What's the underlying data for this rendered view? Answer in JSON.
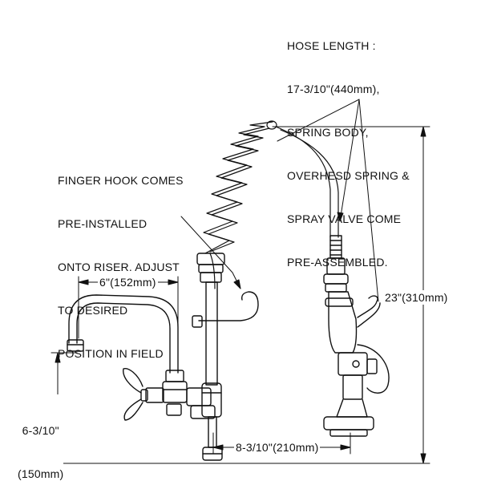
{
  "callouts": {
    "hose_note": {
      "lines": [
        "HOSE LENGTH :",
        "17-3/10\"(440mm),",
        "SPRING BODY,",
        "OVERHESD SPRING &",
        "SPRAY VALVE COME",
        "PRE-ASSEMBLED."
      ]
    },
    "finger_hook_note": {
      "lines": [
        "FINGER HOOK COMES",
        "PRE-INSTALLED",
        "ONTO RISER. ADJUST",
        "TO DESIRED",
        "POSITION IN FIELD"
      ]
    }
  },
  "dimensions": {
    "spout_reach": "6\"(152mm)",
    "total_height": "23\"(310mm)",
    "spout_height_in": "6-3/10\"",
    "spout_height_mm": "(150mm)",
    "center_spacing": "8-3/10\"(210mm)"
  },
  "colors": {
    "ink": "#111111",
    "paper": "#ffffff"
  }
}
